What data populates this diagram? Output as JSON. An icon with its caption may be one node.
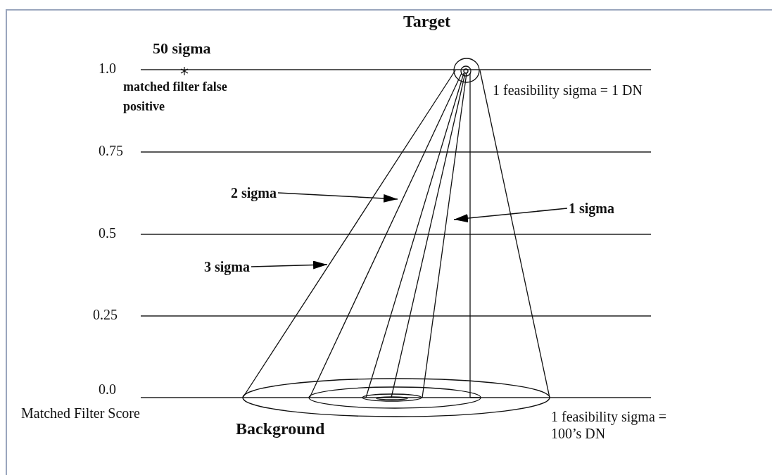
{
  "diagram": {
    "nodes": [
      {
        "text": [
          "2 sigma"
        ]
      },
      {
        "text": [
          "1 sigma"
        ]
      },
      {
        "text": [
          "3 sigma"
        ]
      }
    ],
    "edges": [
      {
        "from": 0,
        "to": null,
        "arrow": "to"
      },
      {
        "from": 1,
        "to": null,
        "arrow": "to"
      },
      {
        "from": 2,
        "to": null,
        "arrow": "to"
      }
    ],
    "labels": [
      "50 sigma",
      "Target",
      "1.0",
      "matched filter false positive",
      "1 feasibility sigma = 1 DN",
      "0.75",
      "0.5",
      "0.25",
      "0.0",
      "Matched Filter Score",
      "Background",
      "1 feasibility sigma = 100’s DN"
    ]
  }
}
